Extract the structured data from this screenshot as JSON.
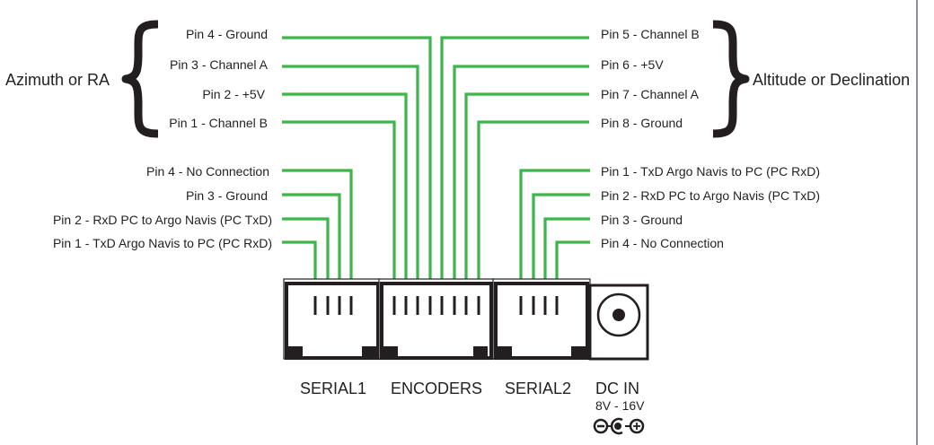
{
  "colors": {
    "wire": "#3db54a",
    "ink": "#231f20",
    "border": "#8f8a9e"
  },
  "groups": {
    "left_encoder": "Azimuth or RA",
    "right_encoder": "Altitude or Declination"
  },
  "encoder_left_pins": [
    {
      "label": "Pin 4 - Ground"
    },
    {
      "label": "Pin 3 - Channel A"
    },
    {
      "label": "Pin 2 - +5V"
    },
    {
      "label": "Pin 1 - Channel B"
    }
  ],
  "encoder_right_pins": [
    {
      "label": "Pin 5 - Channel B"
    },
    {
      "label": "Pin 6 - +5V"
    },
    {
      "label": "Pin 7 - Channel A"
    },
    {
      "label": "Pin 8 - Ground"
    }
  ],
  "serial1_pins": [
    {
      "label": "Pin 4 - No Connection"
    },
    {
      "label": "Pin 3 - Ground"
    },
    {
      "label": "Pin 2 - RxD PC to Argo Navis (PC TxD)"
    },
    {
      "label": "Pin 1 - TxD Argo Navis to PC (PC RxD)"
    }
  ],
  "serial2_pins": [
    {
      "label": "Pin 1 - TxD Argo Navis to PC (PC RxD)"
    },
    {
      "label": "Pin 2 - RxD PC to Argo Navis (PC TxD)"
    },
    {
      "label": "Pin 3 - Ground"
    },
    {
      "label": "Pin 4 - No Connection"
    }
  ],
  "ports": {
    "serial1": "SERIAL1",
    "encoders": "ENCODERS",
    "serial2": "SERIAL2",
    "dc_in": "DC IN",
    "dc_voltage": "8V - 16V",
    "polarity_icon": "center-positive-polarity-icon"
  }
}
